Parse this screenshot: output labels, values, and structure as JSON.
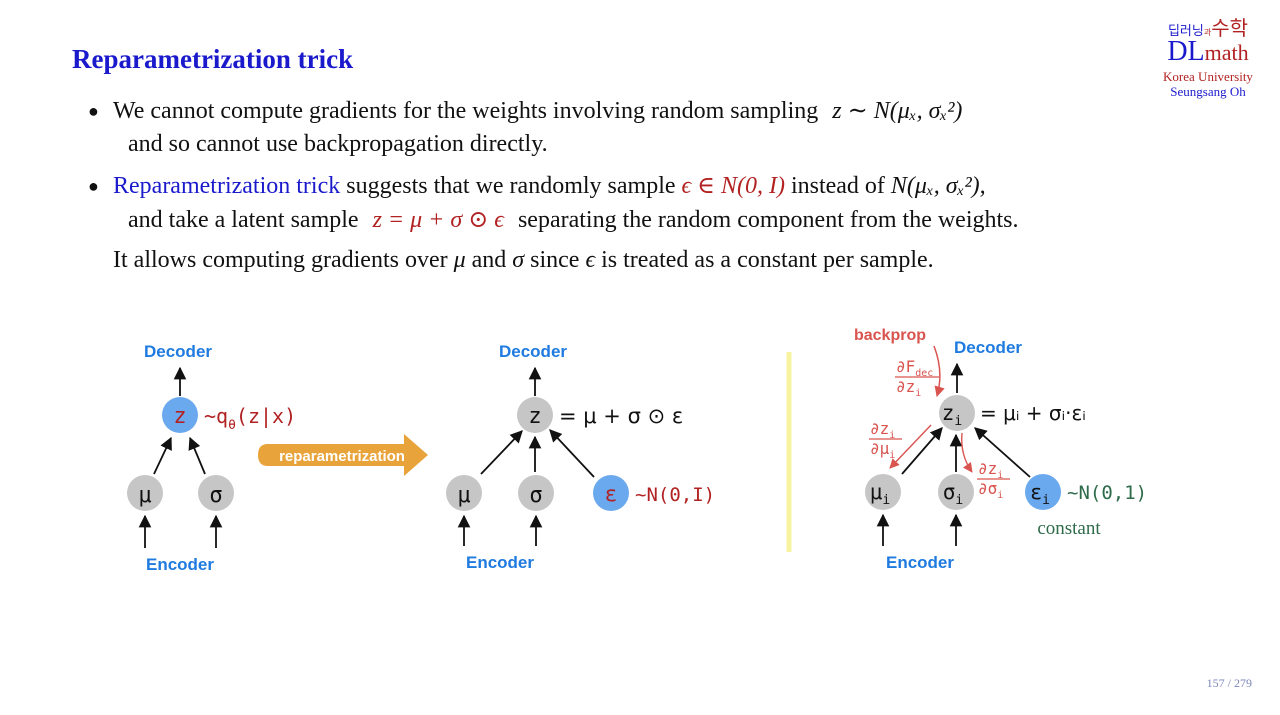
{
  "title": "Reparametrization trick",
  "logo": {
    "korean_left": "딥러닝",
    "korean_mid": "과",
    "korean_right": "수학",
    "dl": "DL",
    "math": "math",
    "university": "Korea University",
    "author": "Seungsang Oh"
  },
  "bullets": {
    "b1_text": "We cannot compute gradients for the weights involving random sampling",
    "b1_formula": "z ∼ N(μₓ, σₓ²)",
    "b1_cont": "and so cannot use backpropagation directly.",
    "b2_term": "Reparametrization trick",
    "b2_text": "suggests that we randomly sample",
    "b2_formula": "ϵ ∈ N(0, I)",
    "b2_text2": "instead of",
    "b2_formula2": "N(μₓ, σₓ²),",
    "b2_cont_pre": "and take a latent sample",
    "b2_cont_formula": "z = μ + σ ⊙ ϵ",
    "b2_cont_post": "separating the random component from the weights.",
    "note_pre": "It allows computing gradients over",
    "note_mu": "μ",
    "note_and": "and",
    "note_sigma": "σ",
    "note_since": "since",
    "note_eps": "ϵ",
    "note_post": "is treated as a constant per sample."
  },
  "diagram1": {
    "decoder": "Decoder",
    "encoder": "Encoder",
    "z": "z",
    "dist": "~q",
    "dist_sub": "θ",
    "dist_arg": "(z|x)",
    "mu": "μ",
    "sigma": "σ"
  },
  "arrow_label": "reparametrization",
  "diagram2": {
    "decoder": "Decoder",
    "encoder": "Encoder",
    "z": "z",
    "formula": "= μ + σ ⊙ ε",
    "mu": "μ",
    "sigma": "σ",
    "eps": "ε",
    "eps_dist": "~N(0,I)"
  },
  "diagram3": {
    "backprop": "backprop",
    "decoder": "Decoder",
    "encoder": "Encoder",
    "z": "z",
    "z_sub": "i",
    "formula": "= μᵢ + σᵢ·εᵢ",
    "mu": "μ",
    "mu_sub": "i",
    "sigma": "σ",
    "sigma_sub": "i",
    "eps": "ε",
    "eps_sub": "i",
    "eps_dist": "~N(0,1)",
    "constant": "constant",
    "grad_dec_num": "∂F",
    "grad_dec_num_sub": "dec",
    "grad_dec_den": "∂z",
    "grad_dec_den_sub": "i",
    "grad_mu_num": "∂z",
    "grad_mu_num_sub": "i",
    "grad_mu_den": "∂μ",
    "grad_mu_den_sub": "i",
    "grad_sigma_num": "∂z",
    "grad_sigma_num_sub": "i",
    "grad_sigma_den": "∂σ",
    "grad_sigma_den_sub": "i"
  },
  "colors": {
    "title_blue": "#1a1acc",
    "formula_red": "#b22222",
    "label_blue": "#1f7be0",
    "node_gray": "#c6c6c6",
    "node_blue": "#6aa9ee",
    "arrow_orange": "#e8a43a",
    "backprop_red": "#d9534f",
    "constant_green": "#2e6b4a",
    "divider_yellow": "#f7f3a0"
  },
  "page": "157 / 279"
}
